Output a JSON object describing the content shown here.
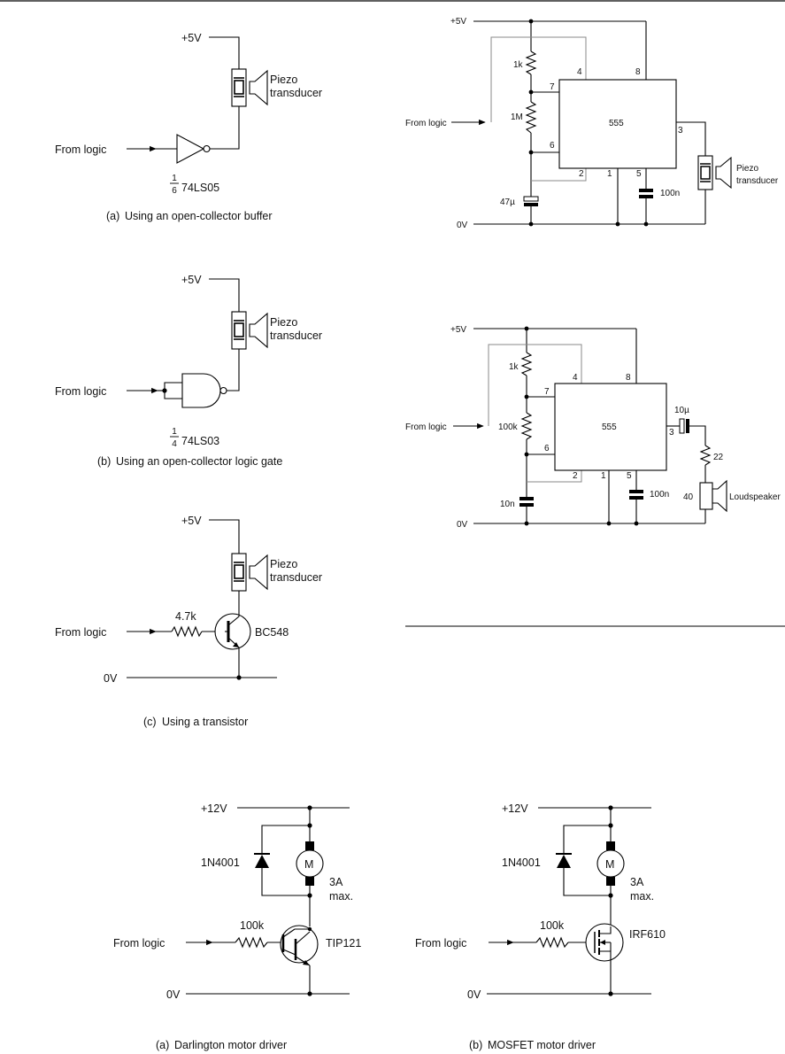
{
  "colors": {
    "ink": "#000000",
    "guide": "#888888",
    "background": "#ffffff"
  },
  "common": {
    "plus5v": "+5V",
    "plus12v": "+12V",
    "zero_v": "0V",
    "from_logic": "From logic",
    "piezo_line1": "Piezo",
    "piezo_line2": "transducer",
    "ic_label": "555"
  },
  "fig_a": {
    "gate_fraction_num": "1",
    "gate_fraction_den": "6",
    "gate": "74LS05",
    "caption_tag": "(a)",
    "caption": "Using an open-collector buffer"
  },
  "fig_b": {
    "gate_fraction_num": "1",
    "gate_fraction_den": "4",
    "gate": "74LS03",
    "caption_tag": "(b)",
    "caption": "Using an open-collector logic gate"
  },
  "fig_c": {
    "resistor": "4.7k",
    "transistor": "BC548",
    "caption_tag": "(c)",
    "caption": "Using a transistor"
  },
  "osc1": {
    "r1": "1k",
    "r2": "1M",
    "c_timing": "47µ",
    "c_ctrl": "100n",
    "pins": [
      "4",
      "8",
      "7",
      "6",
      "2",
      "1",
      "5",
      "3"
    ]
  },
  "osc2": {
    "r1": "1k",
    "r2": "100k",
    "c_timing": "10n",
    "c_ctrl": "100n",
    "c_out": "10µ",
    "r_out": "22",
    "speaker_imp": "40",
    "speaker": "Loudspeaker",
    "pins": [
      "4",
      "8",
      "7",
      "6",
      "2",
      "1",
      "5",
      "3"
    ]
  },
  "motor_a": {
    "diode": "1N4001",
    "motor": "M",
    "rating_1": "3A",
    "rating_2": "max.",
    "resistor": "100k",
    "transistor": "TIP121",
    "caption_tag": "(a)",
    "caption": "Darlington motor driver"
  },
  "motor_b": {
    "diode": "1N4001",
    "motor": "M",
    "rating_1": "3A",
    "rating_2": "max.",
    "resistor": "100k",
    "transistor": "IRF610",
    "caption_tag": "(b)",
    "caption": "MOSFET motor driver"
  }
}
